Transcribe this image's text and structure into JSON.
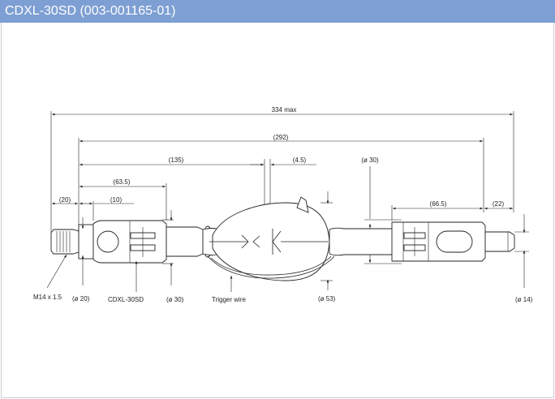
{
  "header": {
    "title": "CDXL-30SD (003-001165-01)"
  },
  "dimensions": {
    "overall": "334 max",
    "base": "(292)",
    "d135": "(135)",
    "d4_5": "(4.5)",
    "d63_5": "(63.5)",
    "d10": "(10)",
    "d20": "(20)",
    "d66_5": "(66.5)",
    "d22": "(22)",
    "dia30_top": "(ø 30)"
  },
  "labels": {
    "thread": "M14 x 1.5",
    "dia20": "(ø 20)",
    "model": "CDXL-30SD",
    "dia30": "(ø 30)",
    "trigger": "Trigger wire",
    "dia53": "(ø 53)",
    "dia14": "(ø 14)"
  },
  "colors": {
    "header_bg": "#7d9fd3",
    "header_text": "#ffffff",
    "line": "#222222"
  }
}
